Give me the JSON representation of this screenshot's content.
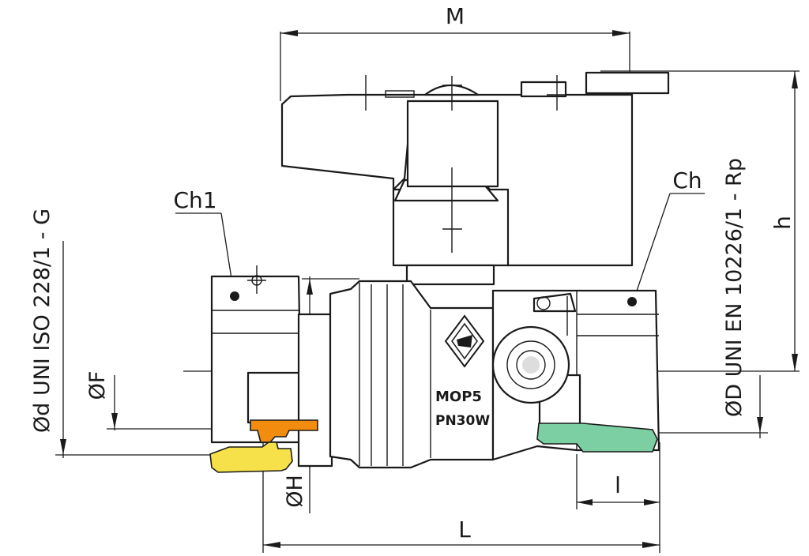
{
  "drawing": {
    "labels": {
      "m": "M",
      "h": "h",
      "l_total": "L",
      "l_thread": "l",
      "ch": "Ch",
      "ch1": "Ch1",
      "phi_f": "ØF",
      "phi_h": "ØH",
      "left_thread": "Ød UNI ISO 228/1 - G",
      "right_thread": "ØD UNI EN 10226/1 - Rp"
    },
    "body_marking": {
      "line1": "MOP5",
      "line2": "PN30W"
    },
    "colors": {
      "gasket_orange": "#f28c0f",
      "nut_yellow": "#f7e14a",
      "thread_green": "#7ccfa3",
      "line": "#1a1a1a"
    }
  }
}
